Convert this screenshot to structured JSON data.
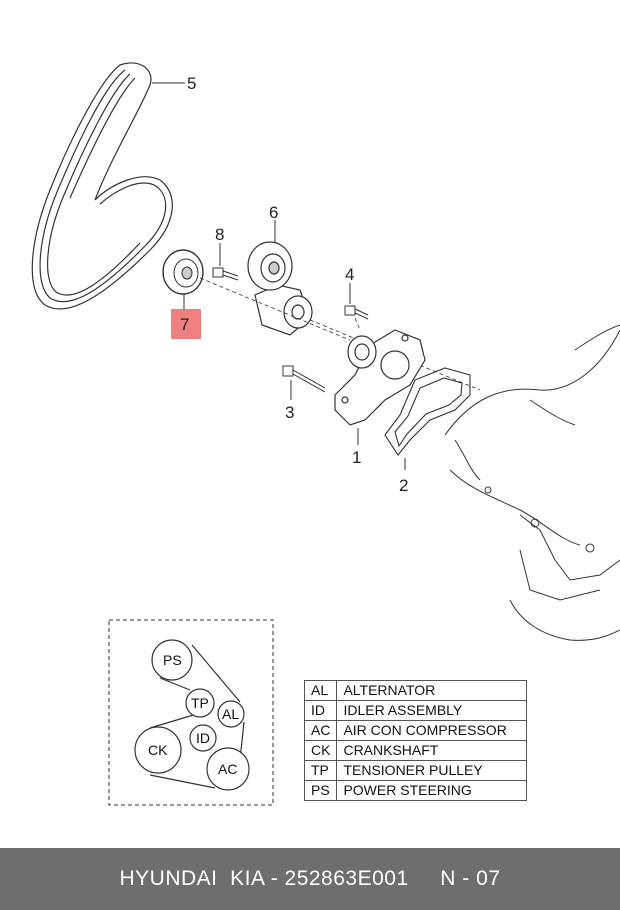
{
  "callouts": {
    "c1": "1",
    "c2": "2",
    "c3": "3",
    "c4": "4",
    "c5": "5",
    "c6": "6",
    "c7": "7",
    "c8": "8"
  },
  "highlight_color": "#f08080",
  "belt_routing": {
    "nodes": {
      "ps": "PS",
      "tp": "TP",
      "al": "AL",
      "id": "ID",
      "ck": "CK",
      "ac": "AC"
    }
  },
  "legend": [
    {
      "abbr": "AL",
      "name": "ALTERNATOR"
    },
    {
      "abbr": "ID",
      "name": "IDLER ASSEMBLY"
    },
    {
      "abbr": "AC",
      "name": "AIR CON COMPRESSOR"
    },
    {
      "abbr": "CK",
      "name": "CRANKSHAFT"
    },
    {
      "abbr": "TP",
      "name": "TENSIONER PULLEY"
    },
    {
      "abbr": "PS",
      "name": "POWER STEERING"
    }
  ],
  "footer": {
    "text": "HYUNDAI  KIA - 252863E001     N - 07"
  }
}
